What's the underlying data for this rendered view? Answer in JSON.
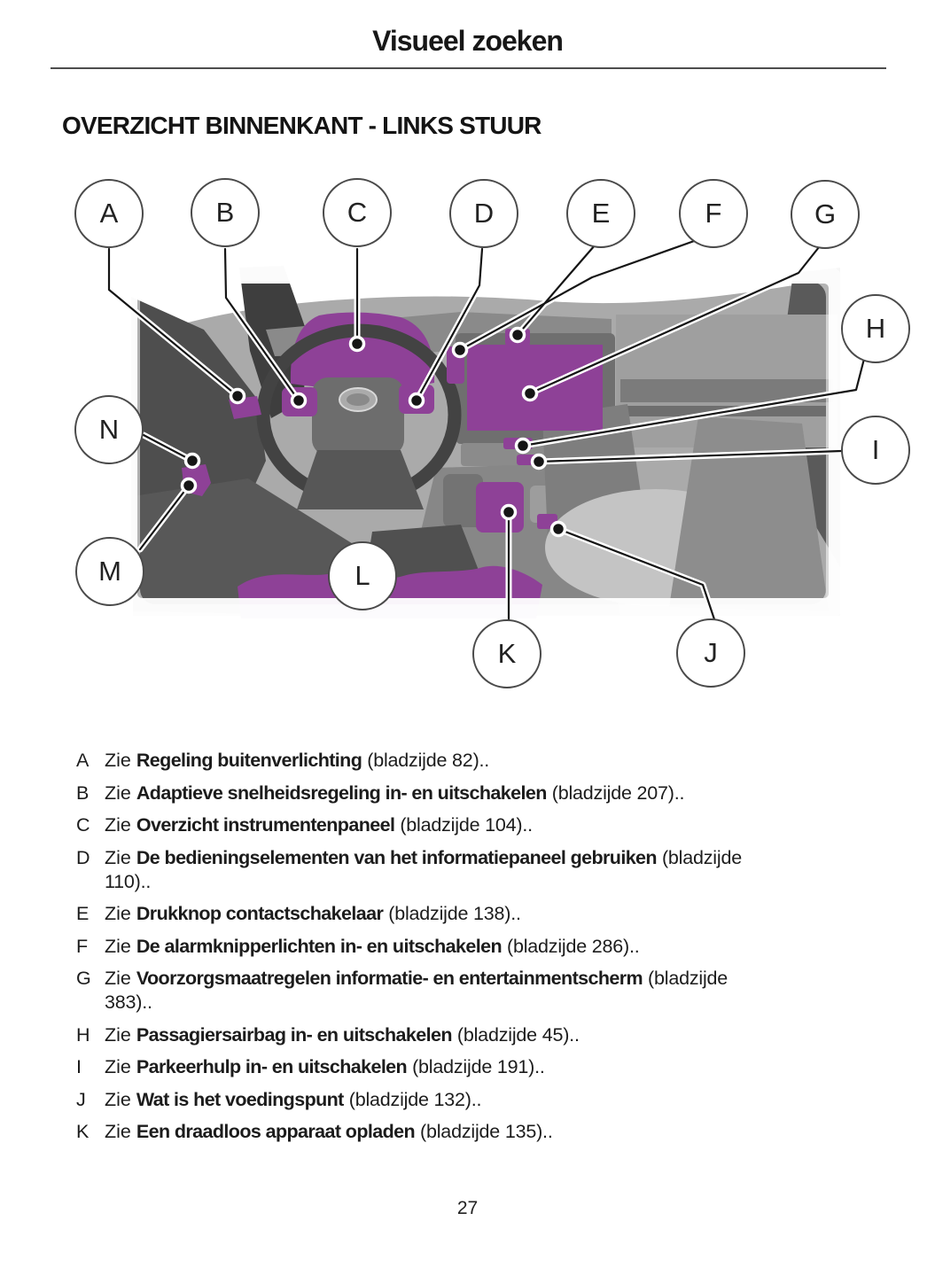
{
  "page": {
    "title": "Visueel zoeken",
    "heading": "OVERZICHT BINNENKANT - LINKS STUUR",
    "page_number": "27"
  },
  "diagram": {
    "description": "dashboard-interieur met paarse markeringen",
    "highlight_color": "#8e4197",
    "callouts": [
      {
        "letter": "A"
      },
      {
        "letter": "B"
      },
      {
        "letter": "C"
      },
      {
        "letter": "D"
      },
      {
        "letter": "E"
      },
      {
        "letter": "F"
      },
      {
        "letter": "G"
      },
      {
        "letter": "H"
      },
      {
        "letter": "I"
      },
      {
        "letter": "J"
      },
      {
        "letter": "K"
      },
      {
        "letter": "L"
      },
      {
        "letter": "M"
      },
      {
        "letter": "N"
      }
    ]
  },
  "legend": {
    "items": [
      {
        "letter": "A",
        "see": "Zie",
        "label": "Regeling buitenverlichting",
        "suffix": "(bladzijde 82)..",
        "suffix2": ""
      },
      {
        "letter": "B",
        "see": "Zie",
        "label": "Adaptieve snelheidsregeling in- en uitschakelen",
        "suffix": "(bladzijde 207)..",
        "suffix2": ""
      },
      {
        "letter": "C",
        "see": "Zie",
        "label": "Overzicht instrumentenpaneel",
        "suffix": "(bladzijde 104)..",
        "suffix2": ""
      },
      {
        "letter": "D",
        "see": "Zie",
        "label": "De bedieningselementen van het informatiepaneel gebruiken",
        "suffix": "(bladzijde",
        "suffix2": "110).."
      },
      {
        "letter": "E",
        "see": "Zie",
        "label": "Drukknop contactschakelaar",
        "suffix": "(bladzijde 138)..",
        "suffix2": ""
      },
      {
        "letter": "F",
        "see": "Zie",
        "label": "De alarmknipperlichten in- en uitschakelen",
        "suffix": "(bladzijde 286)..",
        "suffix2": ""
      },
      {
        "letter": "G",
        "see": "Zie",
        "label": "Voorzorgsmaatregelen informatie- en entertainmentscherm",
        "suffix": "(bladzijde",
        "suffix2": "383).."
      },
      {
        "letter": "H",
        "see": "Zie",
        "label": "Passagiersairbag in- en uitschakelen",
        "suffix": "(bladzijde 45)..",
        "suffix2": ""
      },
      {
        "letter": "I",
        "see": "Zie",
        "label": "Parkeerhulp in- en uitschakelen",
        "suffix": "(bladzijde 191)..",
        "suffix2": ""
      },
      {
        "letter": "J",
        "see": "Zie",
        "label": "Wat is het voedingspunt",
        "suffix": "(bladzijde 132)..",
        "suffix2": ""
      },
      {
        "letter": "K",
        "see": "Zie",
        "label": "Een draadloos apparaat opladen",
        "suffix": "(bladzijde 135)..",
        "suffix2": ""
      }
    ]
  }
}
